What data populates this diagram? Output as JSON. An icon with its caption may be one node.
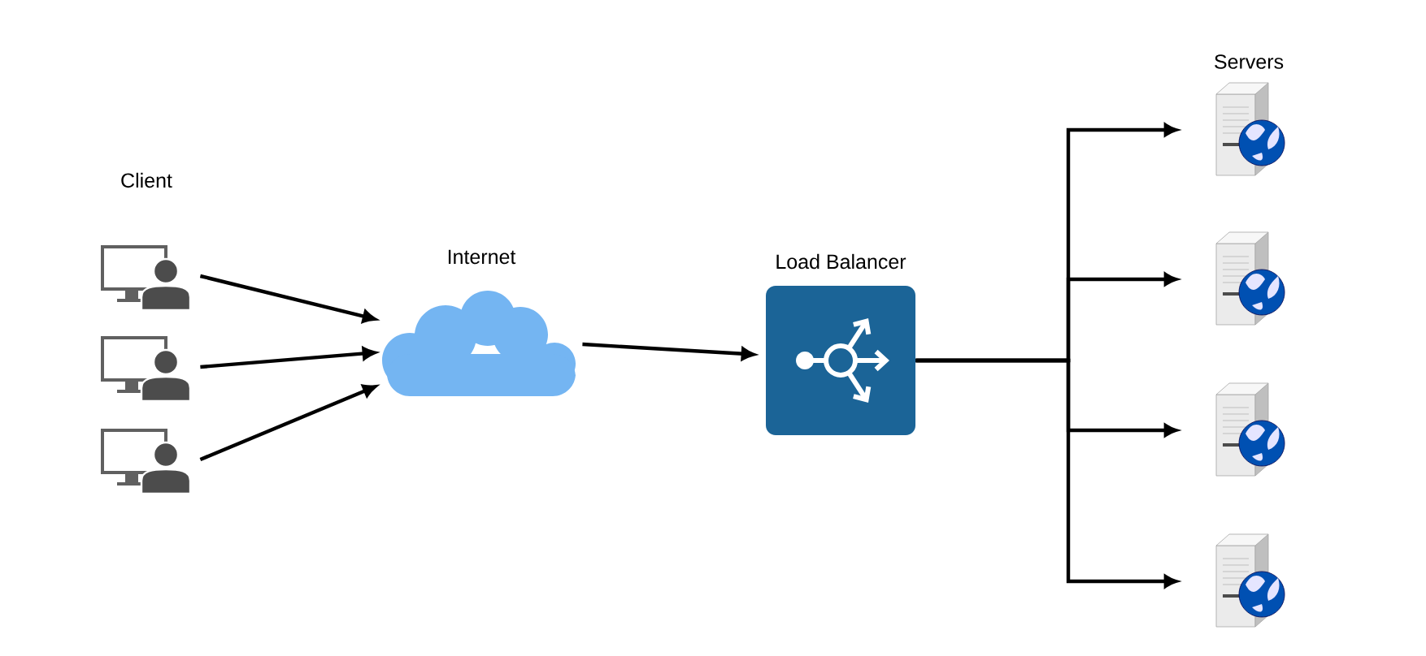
{
  "diagram": {
    "nodes": [
      {
        "text": [],
        "shape": "computer"
      },
      {
        "text": [],
        "shape": "computer"
      },
      {
        "text": [],
        "shape": "computer"
      },
      {
        "text": [
          "Internet"
        ]
      },
      {
        "text": [
          "Load Balancer"
        ]
      },
      {
        "text": [],
        "shape": "server"
      },
      {
        "text": [],
        "shape": "server"
      },
      {
        "text": [],
        "shape": "server"
      },
      {
        "text": [],
        "shape": "server"
      }
    ],
    "edges": [
      {
        "from": 0,
        "to": 3,
        "arrow": "to"
      },
      {
        "from": 1,
        "to": 3,
        "arrow": "to"
      },
      {
        "from": 2,
        "to": 3,
        "arrow": "to"
      },
      {
        "from": 3,
        "to": 4,
        "arrow": "to"
      },
      {
        "from": 4,
        "to": 5,
        "arrow": "to"
      },
      {
        "from": 4,
        "to": 6,
        "arrow": "to"
      },
      {
        "from": 4,
        "to": 7,
        "arrow": "to"
      },
      {
        "from": 4,
        "to": 8,
        "arrow": "to"
      }
    ],
    "labels": [
      "Client",
      "Servers"
    ]
  }
}
